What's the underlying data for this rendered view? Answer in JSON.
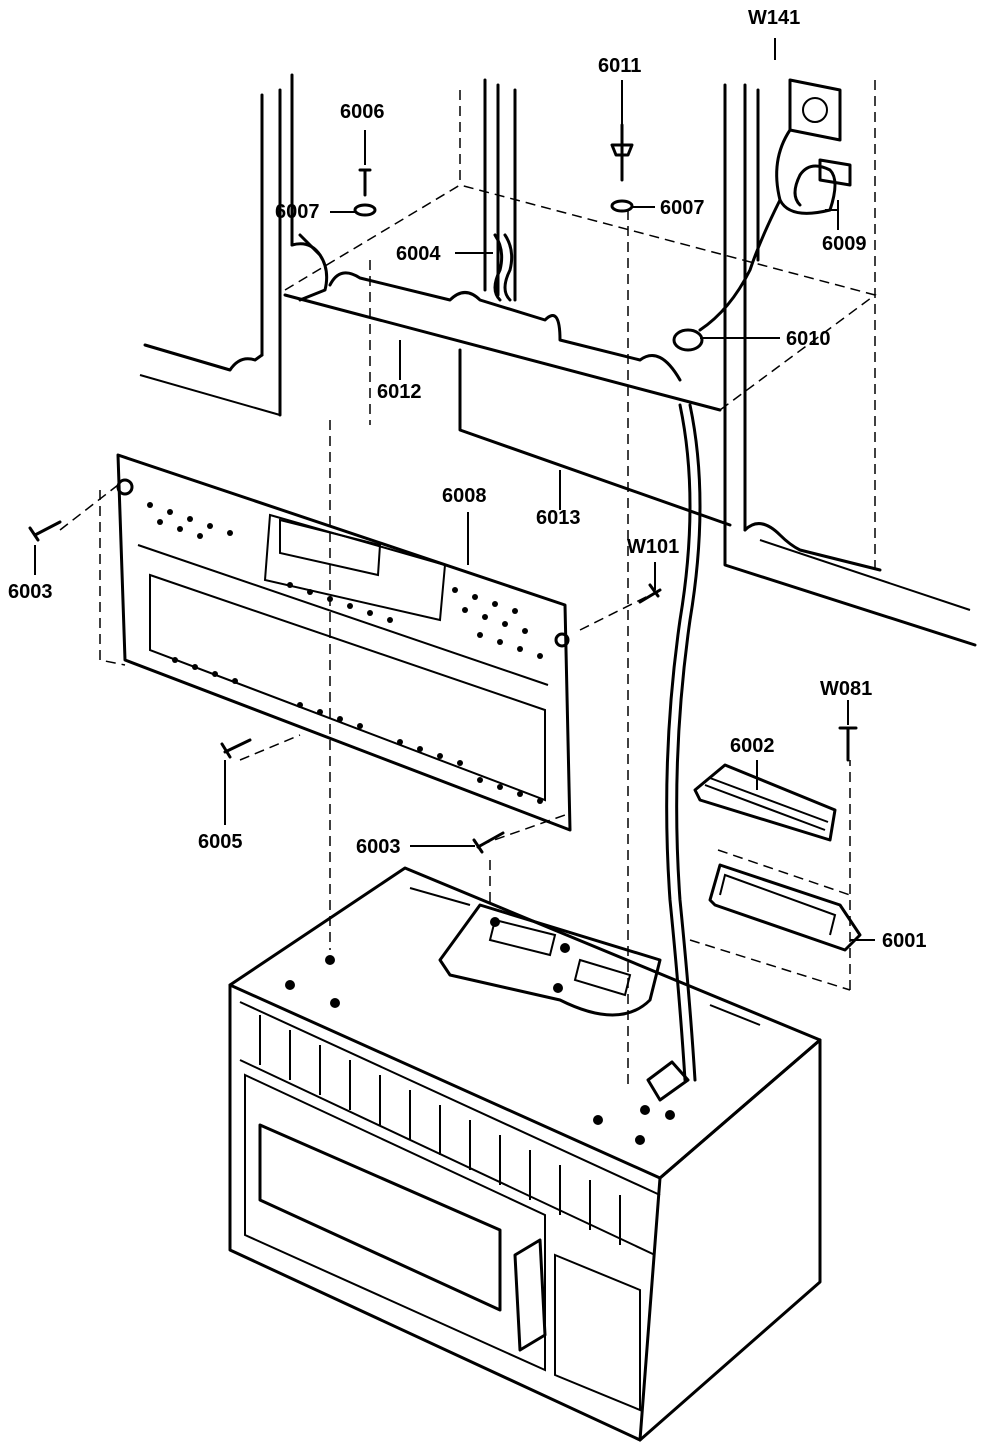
{
  "labels": {
    "w141": "W141",
    "p6011": "6011",
    "p6006": "6006",
    "p6007_left": "6007",
    "p6007_right": "6007",
    "p6004": "6004",
    "p6009": "6009",
    "p6010": "6010",
    "p6012": "6012",
    "p6008": "6008",
    "p6013": "6013",
    "w101": "W101",
    "p6003_left": "6003",
    "w081": "W081",
    "p6002": "6002",
    "p6005": "6005",
    "p6003_center": "6003",
    "p6001": "6001"
  }
}
